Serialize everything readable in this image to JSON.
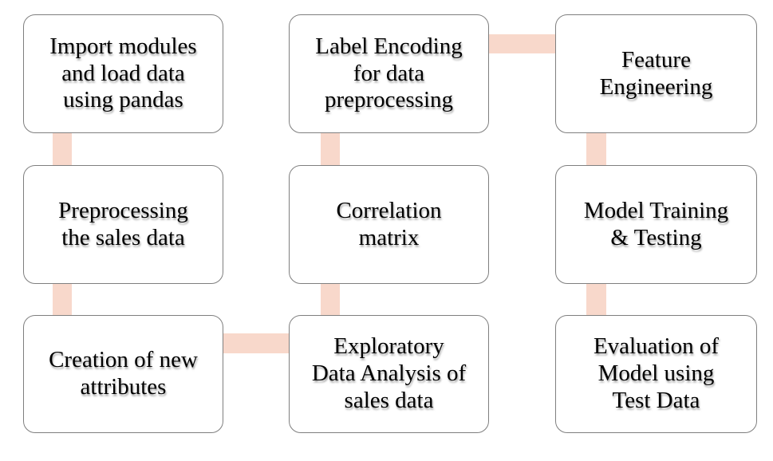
{
  "diagram": {
    "type": "flowchart",
    "colors": {
      "background": "#ffffff",
      "box_fill": "#ffffff",
      "box_border": "#7f7f7f",
      "connector": "#f8d8cb",
      "text": "#000000"
    },
    "nodes": [
      {
        "id": "import-modules",
        "label": "Import modules\nand load data\nusing pandas"
      },
      {
        "id": "label-encoding",
        "label": "Label Encoding\nfor data\npreprocessing"
      },
      {
        "id": "feature-engineering",
        "label": "Feature\nEngineering"
      },
      {
        "id": "preprocessing",
        "label": "Preprocessing\nthe sales data"
      },
      {
        "id": "correlation-matrix",
        "label": "Correlation\nmatrix"
      },
      {
        "id": "model-training",
        "label": "Model Training\n& Testing"
      },
      {
        "id": "creation-attributes",
        "label": "Creation of new\nattributes"
      },
      {
        "id": "eda",
        "label": "Exploratory\nData Analysis of\nsales data"
      },
      {
        "id": "evaluation",
        "label": "Evaluation of\nModel using\nTest Data"
      }
    ],
    "connections": [
      {
        "from": "import-modules",
        "to": "preprocessing"
      },
      {
        "from": "preprocessing",
        "to": "creation-attributes"
      },
      {
        "from": "creation-attributes",
        "to": "eda"
      },
      {
        "from": "eda",
        "to": "correlation-matrix"
      },
      {
        "from": "correlation-matrix",
        "to": "label-encoding"
      },
      {
        "from": "label-encoding",
        "to": "feature-engineering"
      },
      {
        "from": "feature-engineering",
        "to": "model-training"
      },
      {
        "from": "model-training",
        "to": "evaluation"
      }
    ]
  }
}
